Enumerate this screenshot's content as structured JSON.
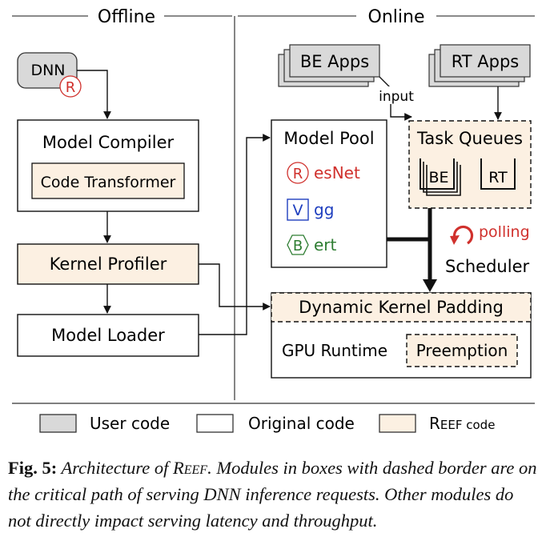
{
  "sections": {
    "offline": "Offline",
    "online": "Online"
  },
  "boxes": {
    "dnn": "DNN",
    "model_compiler": "Model Compiler",
    "code_transformer": "Code Transformer",
    "kernel_profiler": "Kernel Profiler",
    "model_loader": "Model Loader",
    "be_apps": "BE Apps",
    "rt_apps": "RT Apps",
    "input_label": "input",
    "model_pool": "Model Pool",
    "task_queues": "Task Queues",
    "queue_be": "BE",
    "queue_rt": "RT",
    "polling": "polling",
    "scheduler": "Scheduler",
    "dynamic_kernel_padding": "Dynamic Kernel Padding",
    "gpu_runtime": "GPU Runtime",
    "preemption": "Preemption"
  },
  "models": [
    {
      "badge": "R",
      "rest": "esNet",
      "color": "#d0312d",
      "shape": "circle"
    },
    {
      "badge": "V",
      "rest": "gg",
      "color": "#1f3fbf",
      "shape": "square"
    },
    {
      "badge": "B",
      "rest": "ert",
      "color": "#2e7d32",
      "shape": "hexagon"
    }
  ],
  "legend": {
    "user_code": "User code",
    "original_code": "Original code",
    "reef_code_first": "R",
    "reef_code_rest": "EEF code"
  },
  "caption": {
    "label": "Fig. 5:",
    "text_1": " Architecture of ",
    "reef": "Reef",
    "text_2": ". Modules in boxes with dashed border are on the critical path of serving DNN inference requests. Other modules do not directly impact serving latency and throughput."
  },
  "colors": {
    "user_fill": "#d9d9d9",
    "reef_fill": "#fcf0e2",
    "badge_red": "#d0312d"
  }
}
